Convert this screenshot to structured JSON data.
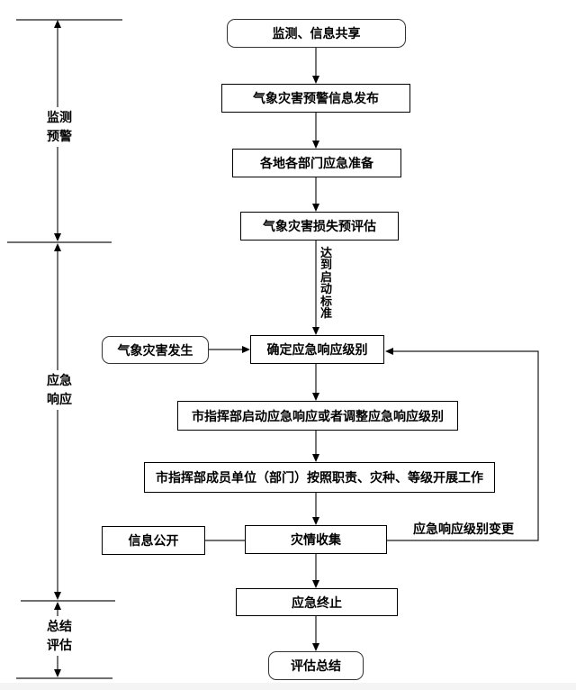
{
  "axis": {
    "sections": [
      {
        "line1": "监测",
        "line2": "预警"
      },
      {
        "line1": "应急",
        "line2": "响应"
      },
      {
        "line1": "总结",
        "line2": "评估"
      }
    ]
  },
  "nodes": {
    "monitor_share": "监测、信息共享",
    "warning_release": "气象灾害预警信息发布",
    "dept_prepare": "各地各部门应急准备",
    "loss_preassess": "气象灾害损失预评估",
    "disaster_occur": "气象灾害发生",
    "determine_level": "确定应急响应级别",
    "hq_start_adjust": "市指挥部启动应急响应或者调整应急响应级别",
    "members_work": "市指挥部成员单位（部门）按照职责、灾种、等级开展工作",
    "info_public": "信息公开",
    "disaster_collect": "灾情收集",
    "emergency_end": "应急终止",
    "evaluate_summary": "评估总结"
  },
  "labels": {
    "reach_criteria": "达到启动标准",
    "level_change": "应急响应级别变更"
  },
  "colors": {
    "line": "#000000",
    "border": "#000000",
    "background": "#ffffff",
    "text": "#000000"
  }
}
